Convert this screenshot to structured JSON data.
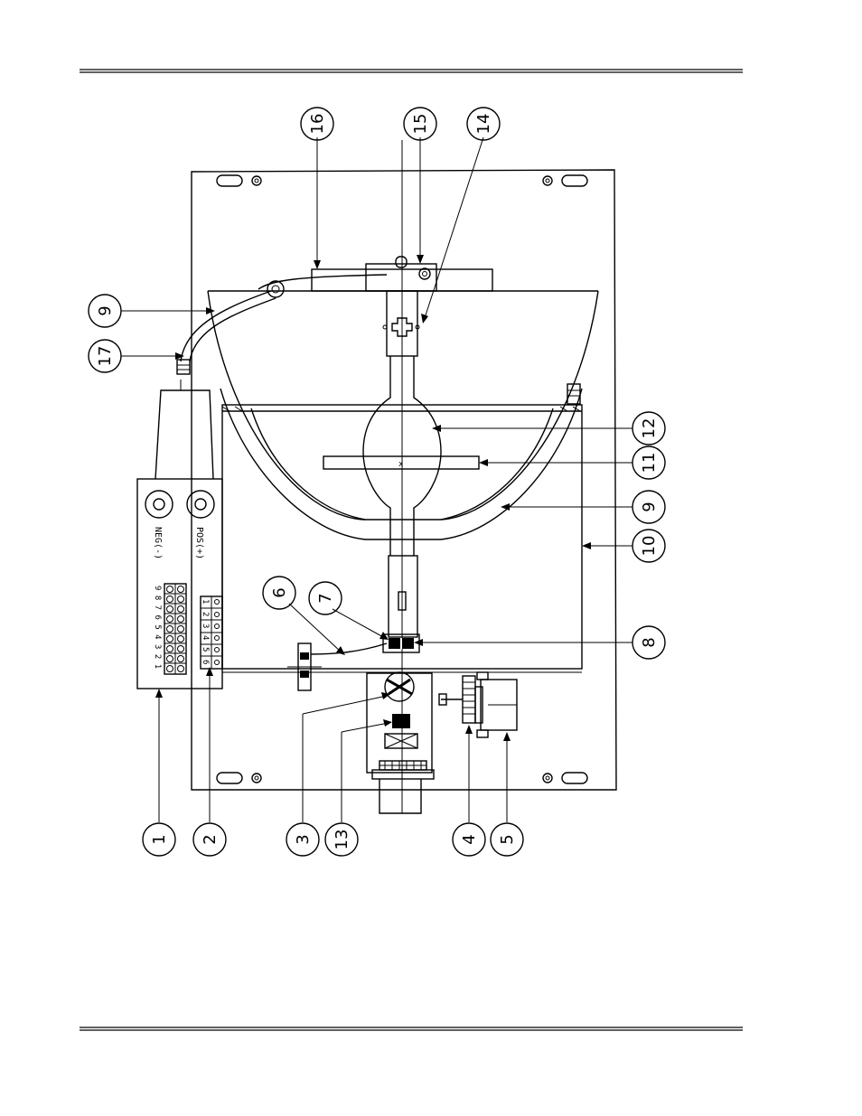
{
  "callouts": [
    {
      "id": "1",
      "label": "1"
    },
    {
      "id": "2",
      "label": "2"
    },
    {
      "id": "3",
      "label": "3"
    },
    {
      "id": "13",
      "label": "13"
    },
    {
      "id": "4",
      "label": "4"
    },
    {
      "id": "5",
      "label": "5"
    },
    {
      "id": "6",
      "label": "6"
    },
    {
      "id": "7",
      "label": "7"
    },
    {
      "id": "8",
      "label": "8"
    },
    {
      "id": "10",
      "label": "10"
    },
    {
      "id": "9b",
      "label": "9"
    },
    {
      "id": "11",
      "label": "11"
    },
    {
      "id": "12",
      "label": "12"
    },
    {
      "id": "9a",
      "label": "9"
    },
    {
      "id": "17",
      "label": "17"
    },
    {
      "id": "16",
      "label": "16"
    },
    {
      "id": "15",
      "label": "15"
    },
    {
      "id": "14",
      "label": "14"
    }
  ],
  "terminal_box": {
    "neg_label": "NEG(-)",
    "pos_label": "POS(+)",
    "terminal_numbers": "9 8 7 6 5 4 3 2 1",
    "connector_numbers": [
      "1",
      "2",
      "3",
      "4",
      "5",
      "6"
    ]
  }
}
